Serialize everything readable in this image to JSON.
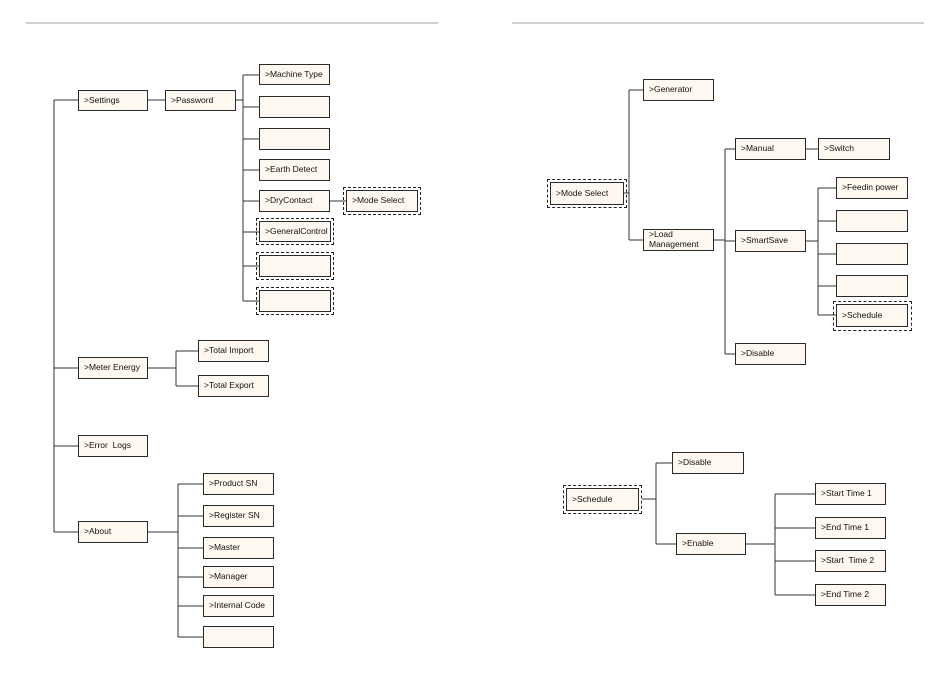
{
  "left_tree": {
    "settings": ">Settings",
    "password": ">Password",
    "password_children": [
      ">Machine Type",
      "",
      "",
      ">Earth Detect",
      ">DryContact",
      ">GeneralControl",
      "",
      ""
    ],
    "mode_select": ">Mode Select",
    "meter_energy": ">Meter Energy",
    "total_import": ">Total Import",
    "total_export": ">Total Export",
    "error_logs": ">Error  Logs",
    "about": ">About",
    "about_children": [
      ">Product SN",
      ">Register SN",
      ">Master",
      ">Manager",
      ">Internal Code",
      ""
    ]
  },
  "right_top_tree": {
    "mode_select": ">Mode Select",
    "generator": ">Generator",
    "load_management": ">Load\nManagement",
    "manual": ">Manual",
    "switch": ">Switch",
    "smartsave": ">SmartSave",
    "smartsave_children": [
      ">Feedin power",
      "",
      "",
      "",
      ">Schedule"
    ],
    "disable": ">Disable"
  },
  "right_bottom_tree": {
    "schedule": ">Schedule",
    "disable": ">Disable",
    "enable": ">Enable",
    "enable_children": [
      ">Start Time 1",
      ">End Time 1",
      ">Start  Time 2",
      ">End Time 2"
    ]
  }
}
